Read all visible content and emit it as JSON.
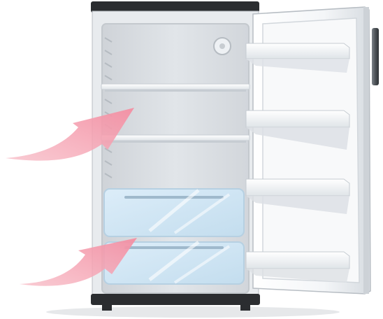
{
  "scene": {
    "subject": "open-refrigerator",
    "colors": {
      "background": "#ffffff",
      "cabinet_dark": "#2b2d30",
      "cabinet_light": "#e9ecef",
      "interior": "#d7dbdf",
      "shelf": "#ffffff",
      "crisper_glass": "#cfe5f4",
      "arrow": "#f6a5b4"
    },
    "objects": {
      "door_shelves": 4,
      "interior_shelves": 2,
      "crisper_drawers": 2,
      "airflow_arrows": 2
    }
  }
}
